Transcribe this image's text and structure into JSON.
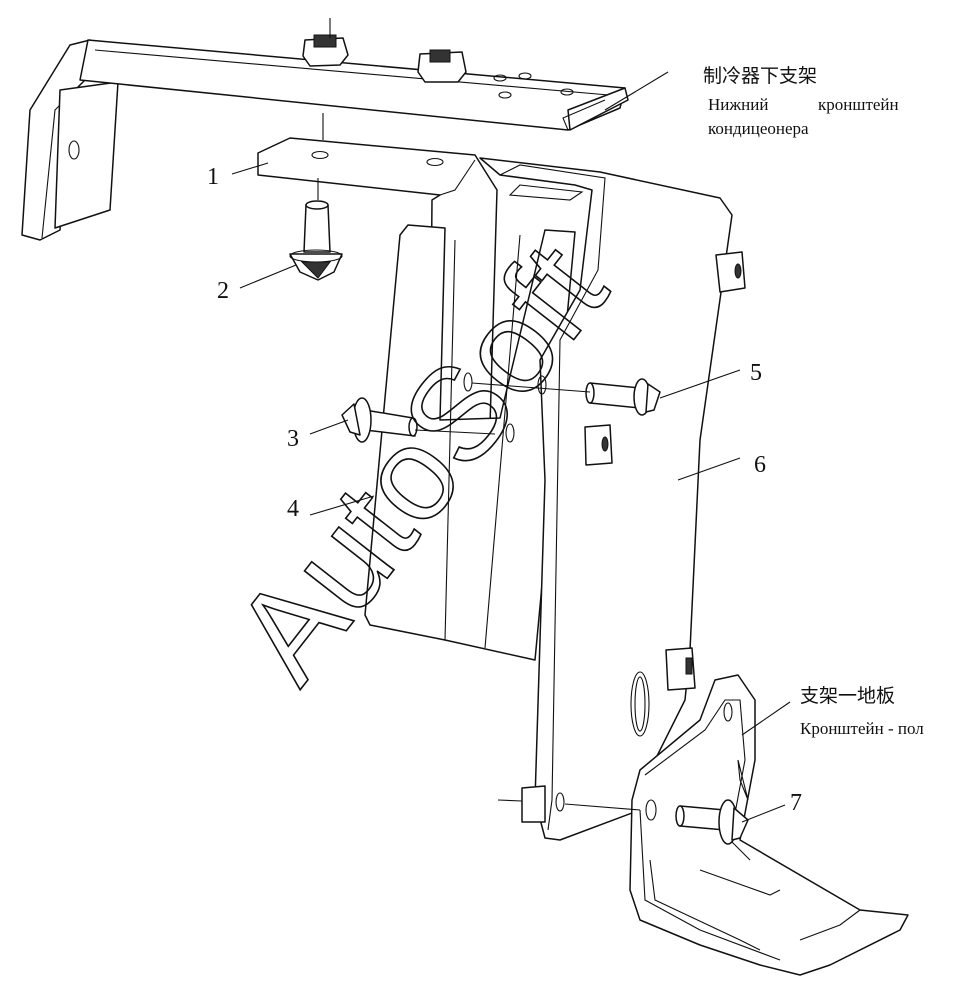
{
  "callouts": [
    "1",
    "2",
    "3",
    "4",
    "5",
    "6",
    "7"
  ],
  "labels": {
    "top_bracket": {
      "cn": "制冷器下支架",
      "ru_line1_a": "Нижний",
      "ru_line1_b": "кронштейн",
      "ru_line2": "кондицеонера"
    },
    "floor_bracket": {
      "cn": "支架一地板",
      "ru": "Кронштейн - пол"
    }
  },
  "watermark": "AutoSoft"
}
